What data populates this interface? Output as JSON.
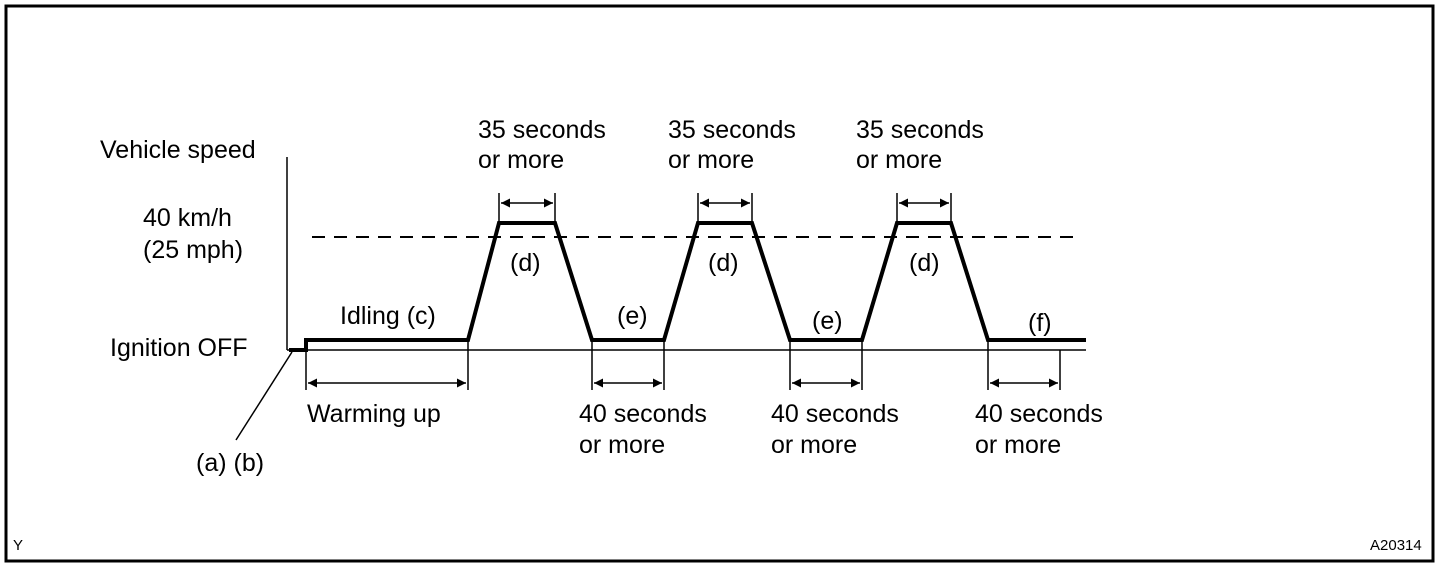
{
  "frame_color": "#000000",
  "axis_label": "Vehicle speed",
  "speed_label_line1": "40 km/h",
  "speed_label_line2": "(25 mph)",
  "ignition_label": "Ignition OFF",
  "step_ab_label": "(a) (b)",
  "idling_label": "Idling (c)",
  "warming_label": "Warming up",
  "cruise_steps": [
    {
      "top": "35 seconds",
      "bottom": "or more",
      "step": "(d)"
    },
    {
      "top": "35 seconds",
      "bottom": "or more",
      "step": "(d)"
    },
    {
      "top": "35 seconds",
      "bottom": "or more",
      "step": "(d)"
    }
  ],
  "idle_steps": [
    {
      "step": "(e)",
      "top": "40 seconds",
      "bottom": "or more"
    },
    {
      "step": "(e)",
      "top": "40 seconds",
      "bottom": "or more"
    },
    {
      "step": "(f)",
      "top": "40 seconds",
      "bottom": "or more"
    }
  ],
  "corner_left": "Y",
  "corner_right": "A20314"
}
